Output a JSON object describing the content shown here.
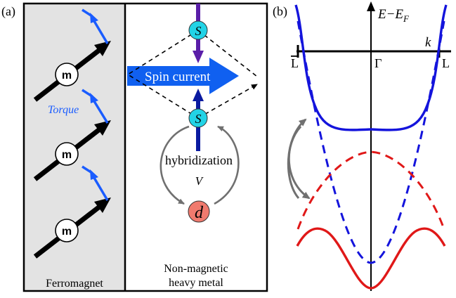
{
  "panel_a": {
    "label": "(a)",
    "ferromagnet_label": "Ferromagnet",
    "metal_label_line1": "Non-magnetic",
    "metal_label_line2": "heavy metal",
    "moment_symbol": "m",
    "torque_label": "Torque",
    "spin_current_label": "Spin current",
    "s_orbital_top": "S",
    "s_orbital_bottom": "S",
    "d_orbital": "d",
    "hybridization_label": "hybridization",
    "coupling_symbol": "V",
    "colors": {
      "ferromagnet_bg": "#e3e3e3",
      "torque": "#1a5cff",
      "spin_current": "#1060f0",
      "s_orbital": "#22d3e6",
      "d_orbital": "#f07a6e",
      "spin_arrow": "#5a1ea8",
      "cycle_arrow": "#707070"
    }
  },
  "panel_b": {
    "label": "(b)",
    "energy_axis": "E−E",
    "energy_axis_sub": "F",
    "momentum_axis": "k",
    "tick_left": "L",
    "tick_center": "Γ",
    "tick_right": "L",
    "colors": {
      "s_bands": "#1414dc",
      "d_bands": "#e01818",
      "hybridization_arrow": "#707070"
    }
  }
}
